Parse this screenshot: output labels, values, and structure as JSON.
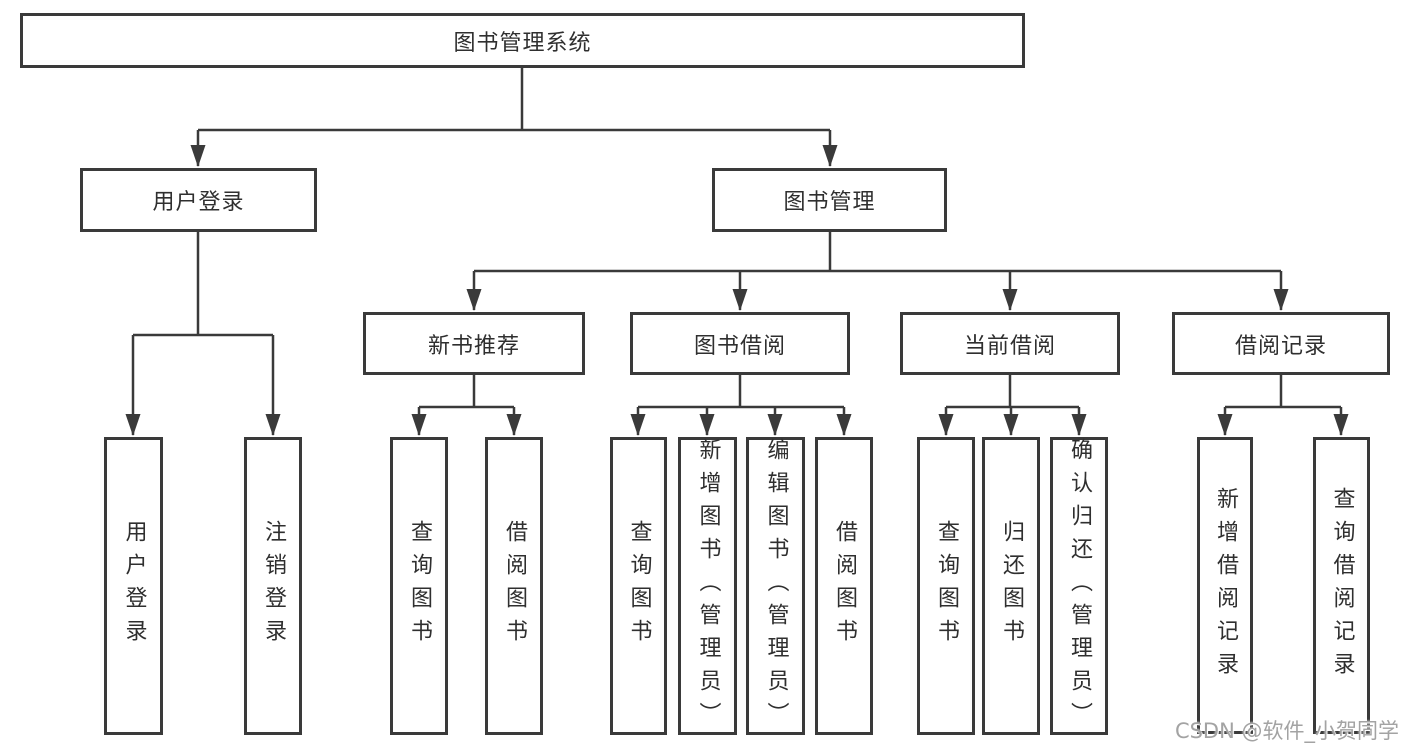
{
  "diagram": {
    "type": "hierarchy-tree",
    "colors": {
      "line": "#3a3a3a",
      "box_border": "#3a3a3a",
      "text": "#2f2f2f",
      "background": "#ffffff",
      "watermark_text": "#a3a3a3"
    },
    "tree": {
      "label": "图书管理系统",
      "children": [
        {
          "label": "用户登录",
          "children": [
            {
              "label": "用户登录"
            },
            {
              "label": "注销登录"
            }
          ]
        },
        {
          "label": "图书管理",
          "children": [
            {
              "label": "新书推荐",
              "children": [
                {
                  "label": "查询图书"
                },
                {
                  "label": "借阅图书"
                }
              ]
            },
            {
              "label": "图书借阅",
              "children": [
                {
                  "label": "查询图书"
                },
                {
                  "label": "新增图书（管理员）"
                },
                {
                  "label": "编辑图书（管理员）"
                },
                {
                  "label": "借阅图书"
                }
              ]
            },
            {
              "label": "当前借阅",
              "children": [
                {
                  "label": "查询图书"
                },
                {
                  "label": "归还图书"
                },
                {
                  "label": "确认归还（管理员）"
                }
              ]
            },
            {
              "label": "借阅记录",
              "children": [
                {
                  "label": "新增借阅记录"
                },
                {
                  "label": "查询借阅记录"
                }
              ]
            }
          ]
        }
      ]
    },
    "watermark": {
      "text": "CSDN @软件_小贺同学"
    }
  }
}
